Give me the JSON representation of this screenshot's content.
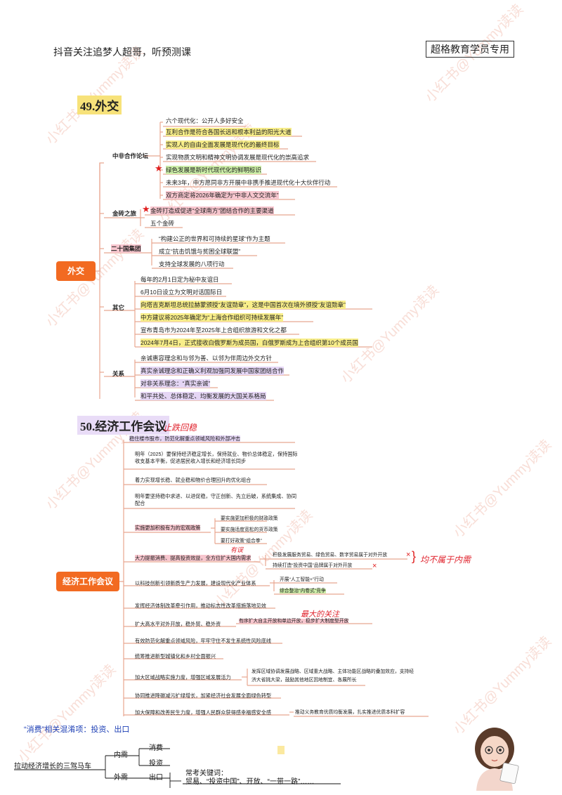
{
  "header": {
    "left": "抖音关注追梦人超哥，听预测课",
    "right": "超格教育学员专用"
  },
  "section1": {
    "title": "49.外交",
    "root": "外交",
    "b1": {
      "label": "中非合作论坛",
      "items": [
        "六个现代化：公开人多好安全",
        "互利合作是符合各国长远和根本利益的阳光大道",
        "实现人的自由全面发展是现代化的最终目标",
        "实现物质文明和精神文明协调发展是现代化的崇高追求",
        "绿色发展是新时代现代化的鲜明标识",
        "未来3年，中方愿同非方开展中非携手推进现代化十大伙伴行动",
        "双方商定将2026年确定为“中非人文交流年”"
      ]
    },
    "b2": {
      "label": "金砖之旅",
      "items": [
        "金砖打造成促进“全球南方”团结合作的主要渠道",
        "五个金砖"
      ]
    },
    "b3": {
      "label": "二十国集团",
      "items": [
        "“构建公正的世界和可持续的星球”作为主题",
        "成立“抗击饥饿与贫困全球联盟”",
        "支持全球发展的八项行动"
      ]
    },
    "b4": {
      "label": "其它",
      "items": [
        "每年的2月1日定为秘中友谊日",
        "6月10日设立为文明对话国际日",
        "向塔吉克斯坦总统拉赫蒙颁授“友谊勋章”，这是中国首次在境外颁授“友谊勋章”",
        "中方建议将2025年确定为“上海合作组织可持续发展年”",
        "宣布青岛市为2024年至2025年上合组织旅游和文化之都",
        "2024年7月4日，正式接收白俄罗斯为成员国，白俄罗斯成为上合组织第10个成员国"
      ]
    },
    "b5": {
      "label": "关系",
      "items": [
        "亲诚惠容理念和与邻为善、以邻为伴周边外交方针",
        "真实亲诚理念和正确义利观加强同发展中国家团结合作",
        "对非关系理念：“真实亲诚”",
        "和平共处、总体稳定、均衡发展的大国关系格局"
      ]
    }
  },
  "section2": {
    "title": "50.经济工作会议",
    "root": "经济工作会议",
    "annotation_top": "止跌回稳",
    "items": [
      "稳住楼市股市，防范化解重点领域风险和外部冲击",
      "明年（2025）要保持经济稳定增长，保持就业、物价总体稳定，保持国际收支基本平衡，促进居民收入增长和经济增长同步",
      "着力实现增长稳、就业稳和物价合理回升的优化组合",
      "明年要坚持稳中求进、以进促稳，守正创新、先立后破，系统集成、协同配合",
      "实施更加积极有为的宏观政策",
      "大力提振消费、提高投资效益，全方位扩大国内需求",
      "以科技创新引领新质生产力发展，建设现代化产业体系",
      "发挥经济体制改革牵引作用，推动标志性改革措施落地见效",
      "扩大高水平对外开放，稳外贸、稳外资",
      "有效防范化解重点领域风险，牢牢守住不发生系统性风险底线",
      "统筹推进新型城镇化和乡村全面振兴",
      "加大区域战略实施力度，增强区域发展活力",
      "协同推进降碳减污扩绿增长，加紧经济社会发展全面绿色转型",
      "加大保障和改善民生力度，增强人民群众获得感幸福感安全感"
    ],
    "macro_sub": [
      "要实施更加积极的财政政策",
      "要实施适度宽松的货币政策",
      "要打好政策“组合拳”"
    ],
    "demand_sub": [
      "积极发展服务贸易、绿色贸易、数字贸易属于对外开放",
      "持续打造“投资中国”品牌属于对外开放"
    ],
    "demand_note": "有误",
    "demand_side_note": "均不属于内需",
    "tech_sub": [
      "开展“人工智能+”行动",
      "综合整治“内卷式”竞争"
    ],
    "open_sub": "有序扩大自主开放和单边开放，稳步扩大制度型开放",
    "open_note": "最大的关注",
    "region_sub_l1": "发挥区域协调发展战略、区域重大战略、主体功能区战略的叠加效应，支持经",
    "region_sub_l2": "济大省挑大梁，鼓励其他地区因地制宜、各展所长",
    "people_sub": "推动义务教育优质均衡发展，扎实推进优质本科扩容"
  },
  "bottom": {
    "title": "“消费”相关混淆项：投资、出口",
    "root": "拉动经济增长的三驾马车",
    "inner": "内需",
    "outer": "外需",
    "consume": "消费",
    "invest": "投资",
    "export": "出口",
    "keyword_label": "常考关键词：",
    "keywords": "贸易、“投资中国”、开放、“一带一路”……"
  },
  "watermark": "小红书@Yummy读读"
}
